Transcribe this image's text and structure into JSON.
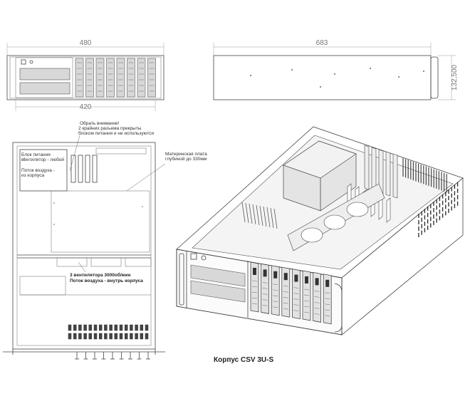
{
  "dimensions": {
    "front_width": "480",
    "front_inner_width": "420",
    "side_depth": "683",
    "side_height": "132,500"
  },
  "notes": {
    "attention_line1": "Обрать внимание!",
    "attention_line2": "2 крайних разъема прекрыты",
    "attention_line3": "блоком питания и не используются",
    "psu_line1": "Блок питания",
    "psu_line2": "вентилятор - любой",
    "airflow_line1": "Поток воздуха -",
    "airflow_line2": "из корпуса",
    "motherboard_line1": "Материнская плата",
    "motherboard_line2": "глубиной до 330мм",
    "fans_line1": "3 вентилятора 3000об/мин",
    "fans_line2": "Поток воздуха - внутрь корпуса"
  },
  "caption": "Корпус CSV 3U-S"
}
